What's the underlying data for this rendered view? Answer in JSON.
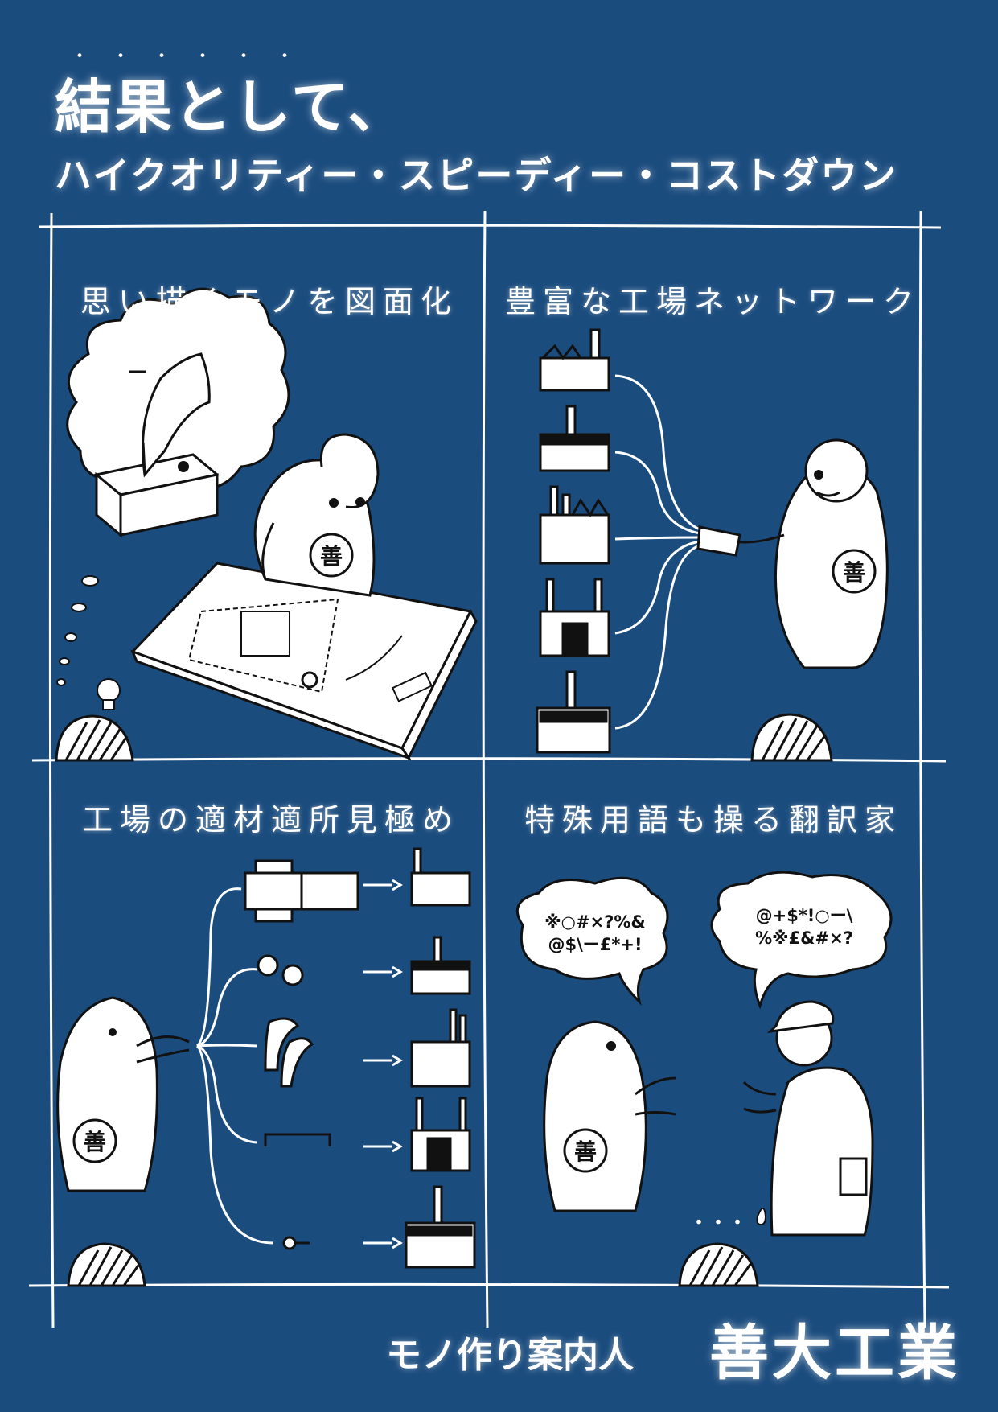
{
  "header": {
    "emphasis_dots": "・・・・・・",
    "title": "結果として、",
    "subtitle": "ハイクオリティー・スピーディー・コストダウン"
  },
  "panels": [
    {
      "heading": "思い描くモノを図面化"
    },
    {
      "heading": "豊富な工場ネットワーク"
    },
    {
      "heading": "工場の適材適所見極め"
    },
    {
      "heading": "特殊用語も操る翻訳家"
    }
  ],
  "speech": {
    "left": "※○#×?%&\n@$\\ー£*+!",
    "right": "@+$*!○ー\\\n%※£&#×?",
    "sigh": "・・・"
  },
  "mascot_mark": "善",
  "footer": {
    "tagline": "モノ作り案内人",
    "brand": "善大工業"
  },
  "colors": {
    "background": "#1b4c7e",
    "line": "#ffffff",
    "ink": "#111111"
  }
}
